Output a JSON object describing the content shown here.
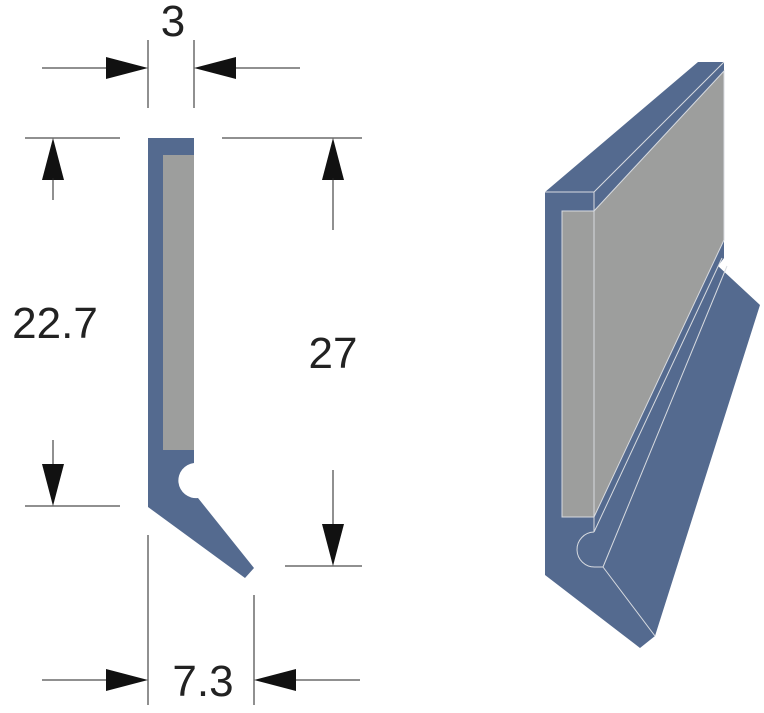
{
  "dimensions": {
    "thickness": "3",
    "inner_height": "22.7",
    "total_height": "27",
    "total_width": "7.3"
  },
  "colors": {
    "body": "#546a8f",
    "insert": "#9d9e9d",
    "edge": "#d8dbe0",
    "dimension_line": "#222222"
  }
}
